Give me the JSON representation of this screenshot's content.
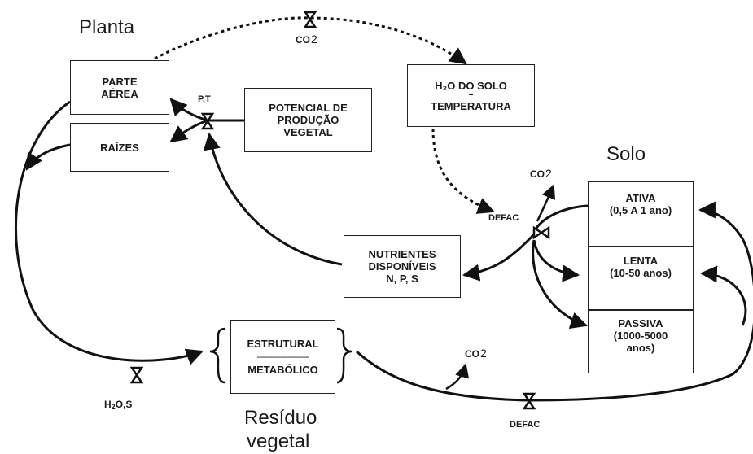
{
  "labels": {
    "planta": "Planta",
    "solo": "Solo",
    "residuo_line1": "Resíduo",
    "residuo_line2": "vegetal"
  },
  "boxes": {
    "parte_aerea": [
      "PARTE",
      "AÉREA"
    ],
    "raizes": "RAÍZES",
    "potencial": [
      "POTENCIAL DE",
      "PRODUÇÃO",
      "VEGETAL"
    ],
    "h2o_solo": [
      "H₂O  DO SOLO",
      "+",
      "TEMPERATURA"
    ],
    "nutrientes": [
      "NUTRIENTES",
      "DISPONÍVEIS",
      "N, P, S"
    ],
    "ativa": [
      "ATIVA",
      "(0,5 A 1 ano)"
    ],
    "lenta": [
      "LENTA",
      "(10-50 anos)"
    ],
    "passiva": [
      "PASSIVA",
      "(1000-5000",
      "anos)"
    ],
    "estrutural": "ESTRUTURAL",
    "divider": "------------------------",
    "metabolico": "METABÓLICO"
  },
  "flow_labels": {
    "pt": "P,T",
    "defac_solo": "DEFAC",
    "defac_residuo": "DEFAC",
    "co2_top": "CO",
    "co2_top_sub": "2",
    "co2_solo": "CO",
    "co2_solo_sub": "2",
    "co2_residuo": "CO",
    "co2_residuo_sub": "2",
    "h2o_s_a": "H",
    "h2o_s_sub": "2",
    "h2o_s_b": "O,S"
  }
}
